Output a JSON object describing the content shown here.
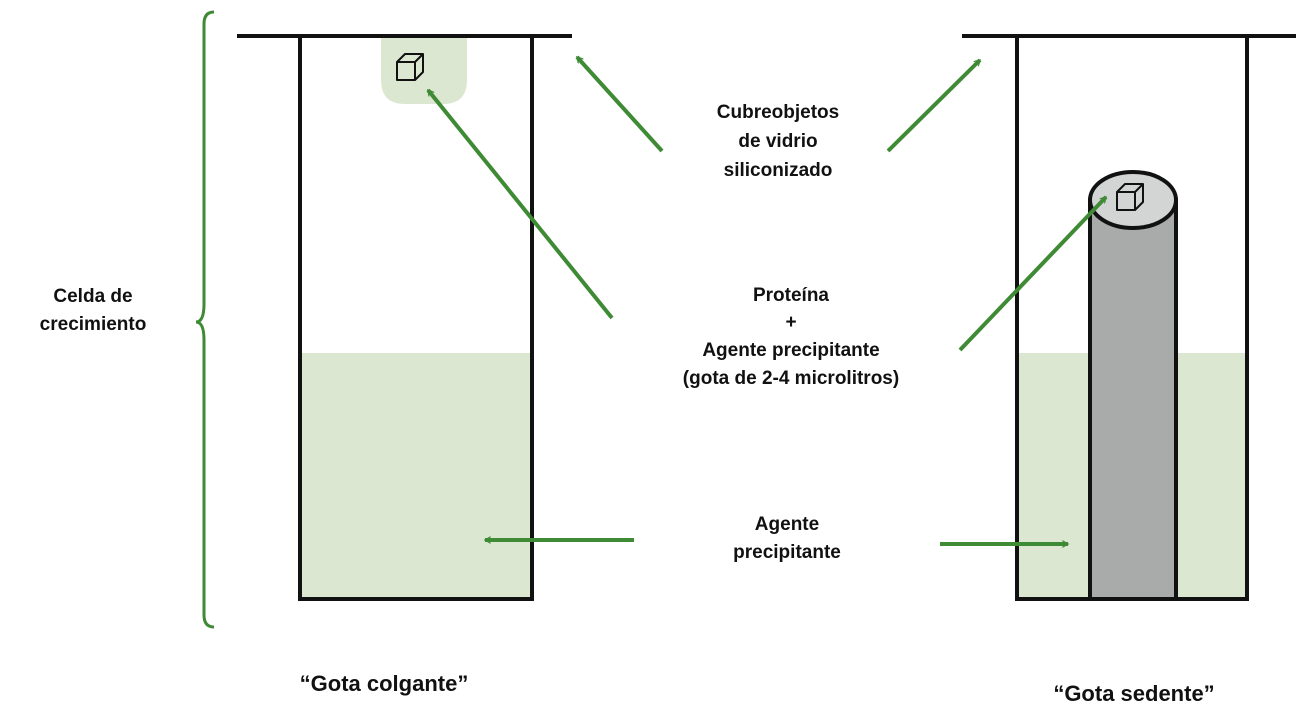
{
  "colors": {
    "liquid": "#dce7d2",
    "arrow": "#3f8a34",
    "outline": "#111111",
    "pedestal": "#a9aaaa",
    "pedestal_top": "#d3d5d4"
  },
  "labels": {
    "growth_cell": [
      "Celda de",
      "crecimiento"
    ],
    "coverslip": [
      "Cubreobjetos",
      "de vidrio",
      "siliconizado"
    ],
    "protein_drop": [
      "Proteína",
      "+",
      "Agente precipitante",
      "(gota de 2-4 microlitros)"
    ],
    "precipitant": [
      "Agente",
      "precipitante"
    ],
    "hanging_drop": "“Gota colgante”",
    "sitting_drop": "“Gota sedente”"
  },
  "icons": [
    "crystal-cube-icon",
    "crystal-cube-icon"
  ]
}
